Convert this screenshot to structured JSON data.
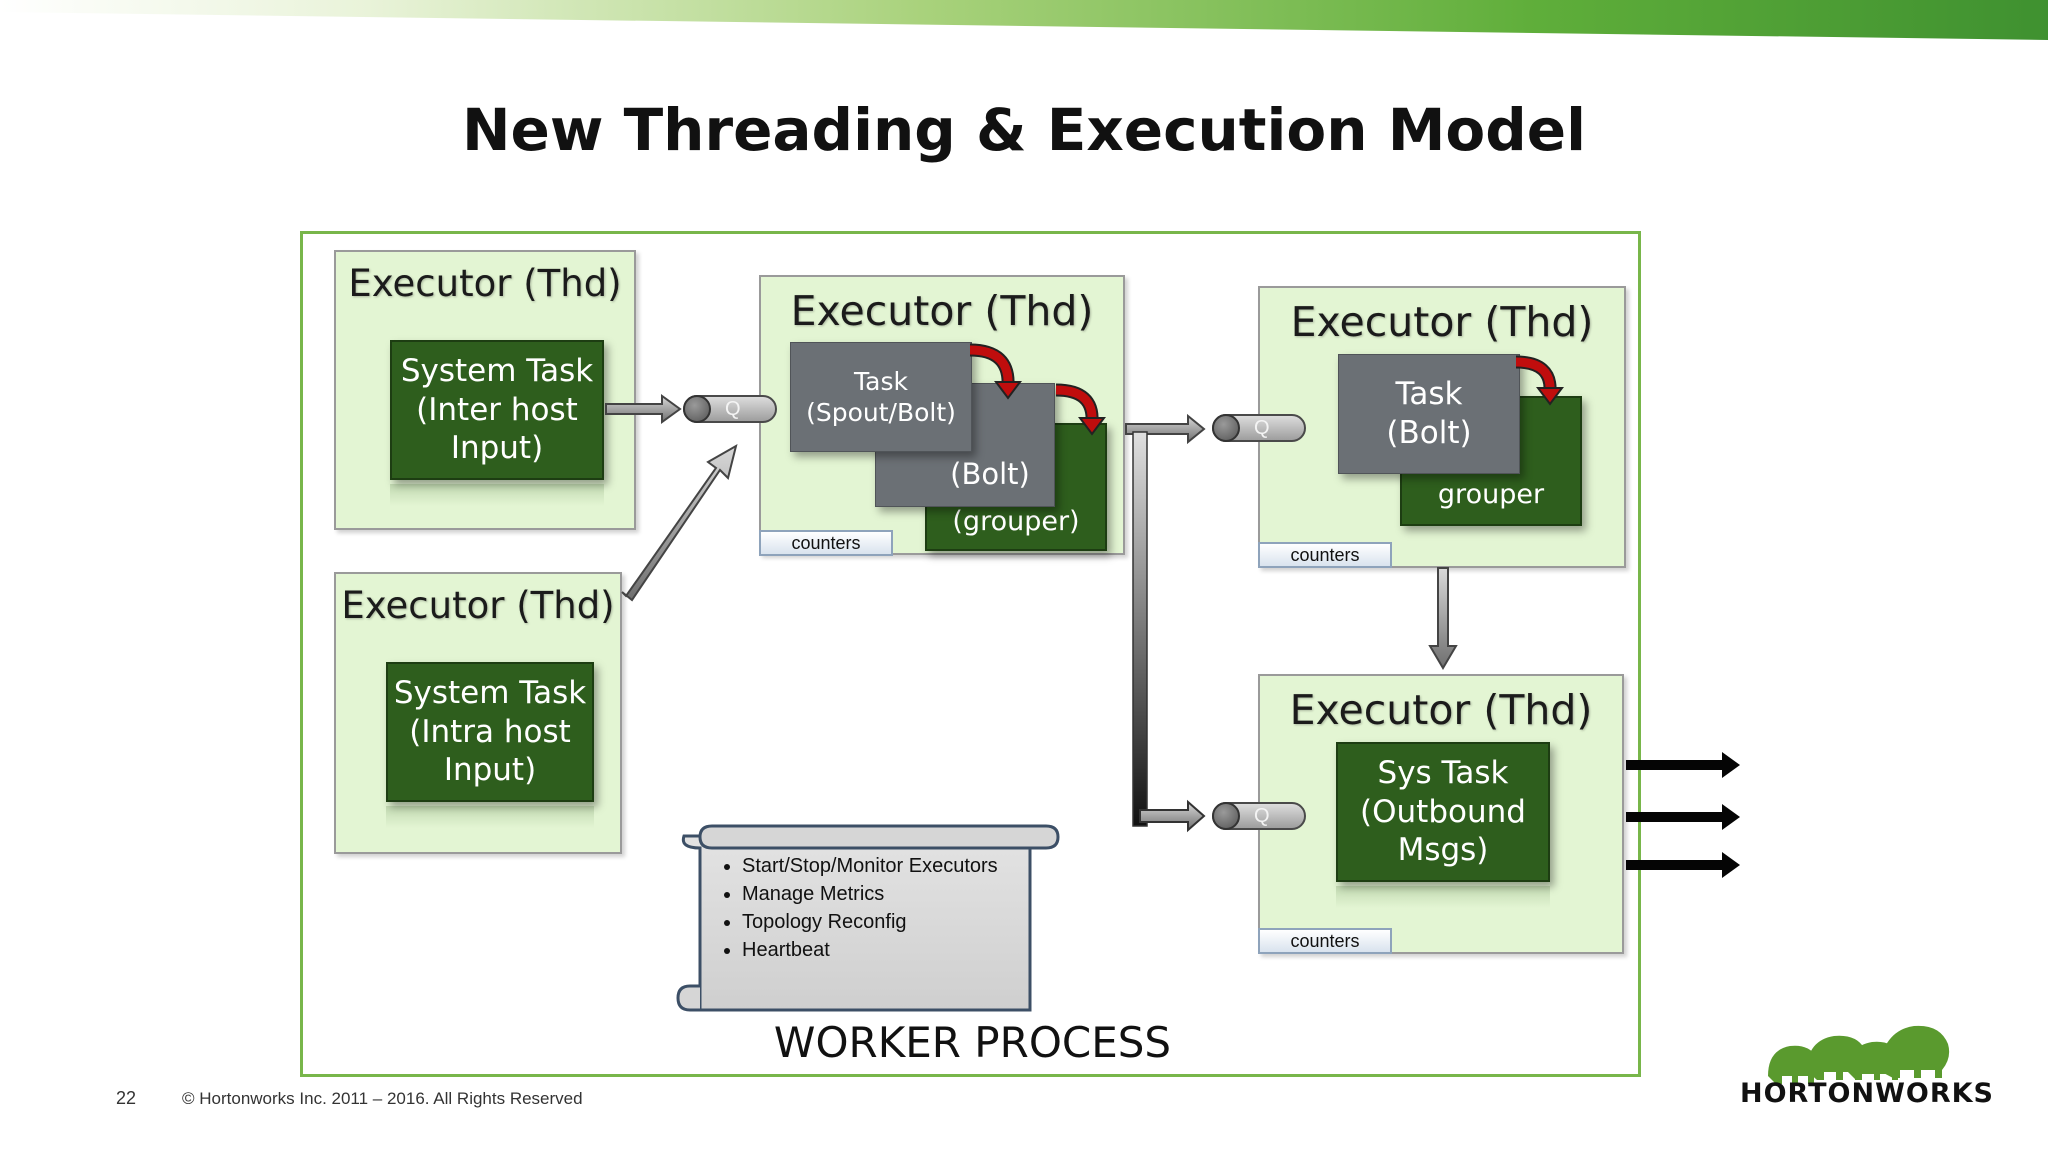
{
  "slide": {
    "title": "New Threading & Execution Model",
    "page_number": "22",
    "copyright": "© Hortonworks Inc. 2011 – 2016. All Rights Reserved",
    "logo": "HORTONWORKS",
    "accent_color": "#5fae3a"
  },
  "diagram": {
    "container_label": "WORKER PROCESS",
    "executors": [
      {
        "title": "Executor (Thd)",
        "task": [
          "System Task",
          "(Inter host",
          "Input)"
        ]
      },
      {
        "title": "Executor (Thd)",
        "task": [
          "System Task",
          "(Intra host",
          "Input)"
        ]
      },
      {
        "title": "Executor (Thd)",
        "tasks": [
          {
            "lines": [
              "Task",
              "(Spout/Bolt)"
            ]
          },
          {
            "lines": [
              "(Bolt)"
            ]
          },
          {
            "lines": [
              "(grouper)"
            ]
          }
        ],
        "counters": "counters"
      },
      {
        "title": "Executor (Thd)",
        "tasks": [
          {
            "lines": [
              "Task",
              "(Bolt)"
            ]
          },
          {
            "lines": [
              "grouper"
            ]
          }
        ],
        "counters": "counters"
      },
      {
        "title": "Executor (Thd)",
        "task": [
          "Sys Task",
          "(Outbound",
          "Msgs)"
        ],
        "counters": "counters"
      }
    ],
    "queue_label": "Q",
    "scroll_items": [
      "Start/Stop/Monitor Executors",
      "Manage Metrics",
      "Topology Reconfig",
      "Heartbeat"
    ]
  }
}
